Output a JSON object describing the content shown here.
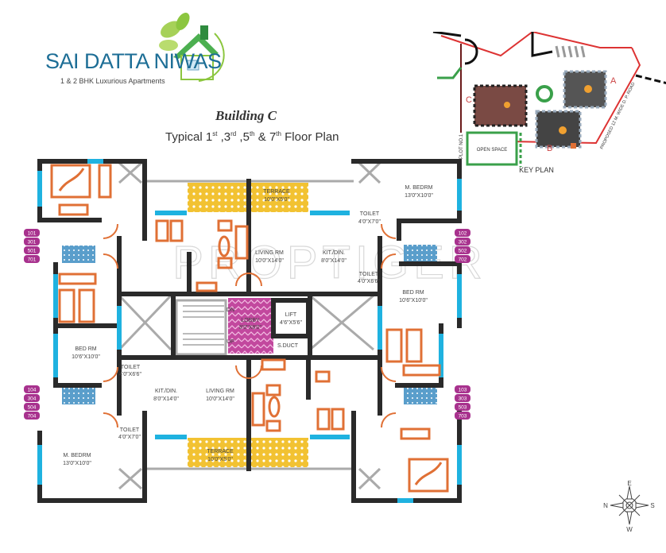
{
  "brand": {
    "name": "SAI DATTA NIWAS",
    "tagline": "1 & 2 BHK Luxurious Apartments",
    "logo_icon": "green-house-leaves-logo"
  },
  "heading": {
    "building": "Building C",
    "subtitle_prefix": "Typical 1",
    "floors": [
      {
        "num": "1",
        "sup": "st"
      },
      {
        "num": "3",
        "sup": "rd"
      },
      {
        "num": "5",
        "sup": "th"
      },
      {
        "num": "7",
        "sup": "th"
      }
    ],
    "sep": " ,",
    "amp": " & ",
    "suffix": " Floor Plan"
  },
  "watermark": "PROPTIGER",
  "key_plan": {
    "title": "KEY PLAN",
    "plot": "PLOT NO.1",
    "open_space": "OPEN SPACE",
    "road": "PROPOSED 12 M. WIDE D. P. ROAD",
    "buildings": [
      "A",
      "B",
      "C"
    ]
  },
  "unit_badges": {
    "top_left": [
      "101",
      "301",
      "501",
      "701"
    ],
    "top_right": [
      "102",
      "302",
      "502",
      "702"
    ],
    "bottom_left": [
      "104",
      "304",
      "504",
      "704"
    ],
    "bottom_right": [
      "103",
      "303",
      "503",
      "703"
    ]
  },
  "rooms": {
    "terrace_top": {
      "name": "TERRACE",
      "size": "10'0\"X5'0\""
    },
    "living_top": {
      "name": "LIVING RM",
      "size": "10'0\"X14'0\""
    },
    "kit_top": {
      "name": "KIT./DIN.",
      "size": "8'0\"X14'0\""
    },
    "mbed_top_right": {
      "name": "M. BEDRM",
      "size": "13'0\"X10'0\""
    },
    "toilet_tr1": {
      "name": "TOILET",
      "size": "4'0\"X7'0\""
    },
    "toilet_tr2": {
      "name": "TOILET",
      "size": "4'0\"X6'6\""
    },
    "bed_right": {
      "name": "BED RM",
      "size": "10'6\"X10'0\""
    },
    "lobby": {
      "name": "LOBBY",
      "size": "8'0\"X8'0\""
    },
    "lift": {
      "name": "LIFT",
      "size": "4'6\"X5'6\""
    },
    "duct": {
      "name": "S.DUCT"
    },
    "stair_up": "UP",
    "stair_dn": "DN",
    "bed_left": {
      "name": "BED RM",
      "size": "10'6\"X10'0\""
    },
    "toilet_bl1": {
      "name": "TOILET",
      "size": "4'0\"X6'6\""
    },
    "kit_bottom": {
      "name": "KIT./DIN.",
      "size": "8'0\"X14'0\""
    },
    "living_bottom": {
      "name": "LIVING RM",
      "size": "10'0\"X14'0\""
    },
    "toilet_bl2": {
      "name": "TOILET",
      "size": "4'0\"X7'0\""
    },
    "mbed_bottom_left": {
      "name": "M. BEDRM",
      "size": "13'0\"X10'0\""
    },
    "terrace_bottom": {
      "name": "TERRACE",
      "size": "10'0\"X5'0\""
    }
  },
  "compass": {
    "n": "N",
    "e": "E",
    "s": "S",
    "w": "W"
  },
  "colors": {
    "wall": "#2a2a2a",
    "window": "#1fb2e0",
    "furniture": "#e07035",
    "terrace": "#f2c232",
    "lobby": "#c2489e",
    "badge": "#a8328e",
    "brand": "#1d6e96",
    "logo_green": "#7cc242"
  }
}
